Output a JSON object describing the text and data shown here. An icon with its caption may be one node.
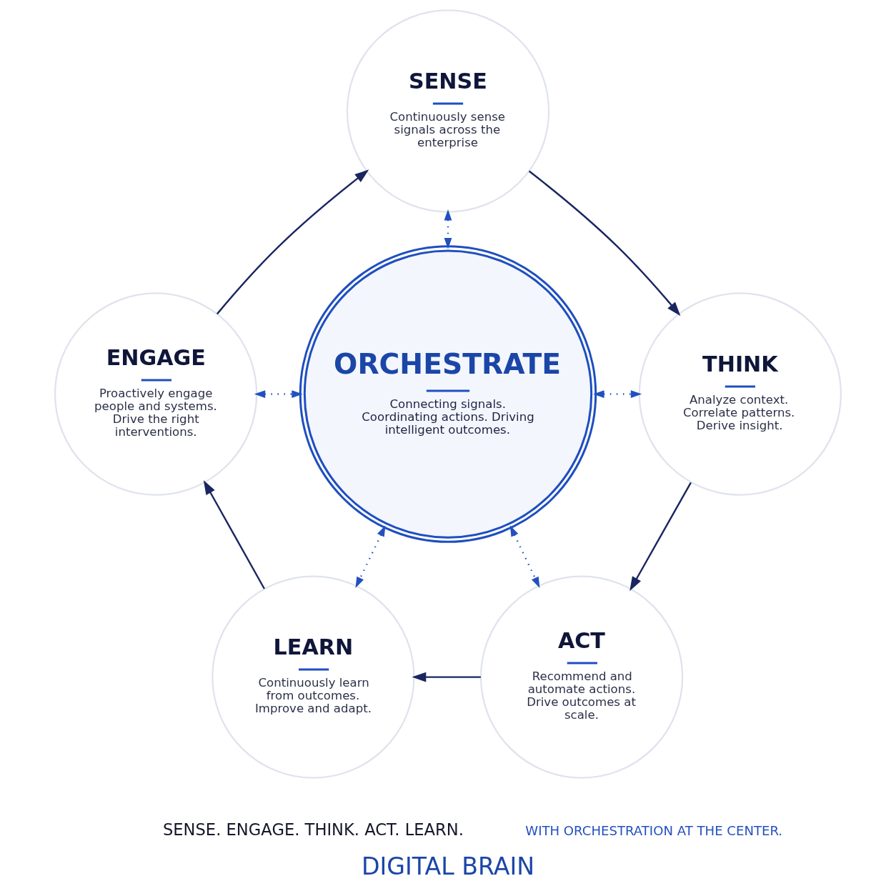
{
  "diagram": {
    "title": "DIGITAL BRAIN",
    "nodes": [
      {
        "text": [
          "SENSE",
          "Continuously sense signals across the enterprise"
        ]
      },
      {
        "text": [
          "ENGAGE",
          "Proactively engage people and systems. Drive the right interventions."
        ]
      },
      {
        "text": [
          "THINK",
          "Analyze context. Correlate patterns. Derive insight."
        ]
      },
      {
        "text": [
          "ORCHESTRATE",
          "Connecting signals. Coordinating actions. Driving intelligent outcomes."
        ]
      },
      {
        "text": [
          "LEARN",
          "Continuously learn from outcomes. Improve and adapt."
        ]
      },
      {
        "text": [
          "ACT",
          "Recommend and automate actions. Drive outcomes at scale."
        ]
      }
    ],
    "edges": [
      {
        "from": 0,
        "to": 2,
        "arrow": "to"
      },
      {
        "from": 2,
        "to": 5,
        "arrow": "to"
      },
      {
        "from": 5,
        "to": 4,
        "arrow": "to"
      },
      {
        "from": 4,
        "to": 1,
        "arrow": "to"
      },
      {
        "from": 1,
        "to": 0,
        "arrow": "to"
      },
      {
        "from": 0,
        "to": 3,
        "arrow": "both",
        "style": "dashed",
        "color": "#2350c0"
      },
      {
        "from": 1,
        "to": 3,
        "arrow": "both",
        "style": "dashed",
        "color": "#2350c0"
      },
      {
        "from": 3,
        "to": 2,
        "arrow": "both",
        "style": "dashed",
        "color": "#2350c0"
      },
      {
        "from": 3,
        "to": 4,
        "arrow": "both",
        "style": "dashed",
        "color": "#2350c0"
      },
      {
        "from": 3,
        "to": 5,
        "arrow": "both",
        "style": "dashed",
        "color": "#2350c0"
      }
    ],
    "labels": [
      "SENSE. ENGAGE. THINK. ACT. LEARN.",
      "WITH ORCHESTRATION AT THE CENTER."
    ]
  }
}
